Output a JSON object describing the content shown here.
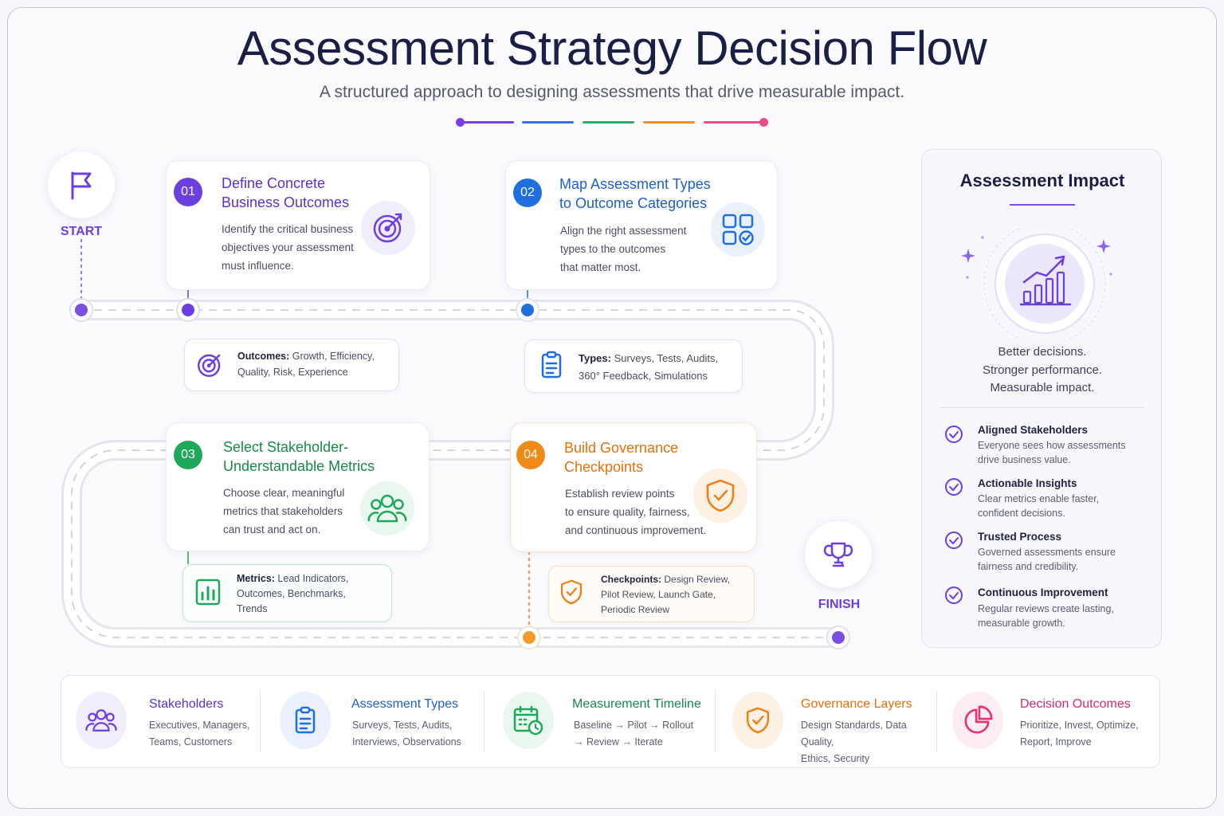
{
  "header": {
    "title": "Assessment Strategy Decision Flow",
    "subtitle": "A structured approach to designing assessments that drive measurable impact."
  },
  "flow": {
    "start_label": "START",
    "finish_label": "FINISH",
    "steps": [
      {
        "number": "01",
        "title_line1": "Define Concrete",
        "title_line2": "Business Outcomes",
        "desc_lines": [
          "Identify the critical business",
          "objectives your assessment",
          "must influence."
        ],
        "color": "#6b3fe0",
        "icon": "target-icon"
      },
      {
        "number": "02",
        "title_line1": "Map Assessment Types",
        "title_line2": "to Outcome Categories",
        "desc_lines": [
          "Align the right assessment",
          "types to the outcomes",
          "that matter most."
        ],
        "color": "#1f6fe0",
        "icon": "grid-check-icon"
      },
      {
        "number": "03",
        "title_line1": "Select Stakeholder-",
        "title_line2": "Understandable Metrics",
        "desc_lines": [
          "Choose clear, meaningful",
          "metrics that stakeholders",
          "can trust and act on."
        ],
        "color": "#1fa85a",
        "icon": "people-icon"
      },
      {
        "number": "04",
        "title_line1": "Build Governance",
        "title_line2": "Checkpoints",
        "desc_lines": [
          "Establish review points",
          "to ensure quality, fairness,",
          "and continuous improvement."
        ],
        "color": "#f07d12",
        "icon": "shield-check-icon"
      }
    ],
    "details": [
      {
        "label": "Outcomes:",
        "lines": [
          "Growth, Efficiency,",
          "Quality, Risk, Experience"
        ],
        "icon": "target-icon",
        "color": "#6b3fe0"
      },
      {
        "label": "Types:",
        "lines": [
          "Surveys, Tests, Audits,",
          "360° Feedback, Simulations"
        ],
        "icon": "clipboard-icon",
        "color": "#1f6fe0"
      },
      {
        "label": "Metrics:",
        "lines": [
          "Lead Indicators,",
          "Outcomes, Benchmarks,",
          "Trends"
        ],
        "icon": "bar-chart-icon",
        "color": "#1fa85a"
      },
      {
        "label": "Checkpoints:",
        "lines": [
          "Design Review,",
          "Pilot Review, Launch Gate,",
          "Periodic Review"
        ],
        "icon": "shield-check-icon",
        "color": "#f07d12"
      }
    ]
  },
  "impact": {
    "title": "Assessment Impact",
    "tagline": [
      "Better decisions.",
      "Stronger performance.",
      "Measurable impact."
    ],
    "benefits": [
      {
        "title": "Aligned Stakeholders",
        "desc": [
          "Everyone sees how assessments",
          "drive business value."
        ]
      },
      {
        "title": "Actionable Insights",
        "desc": [
          "Clear metrics enable faster,",
          "confident decisions."
        ]
      },
      {
        "title": "Trusted Process",
        "desc": [
          "Governed assessments ensure",
          "fairness and credibility."
        ]
      },
      {
        "title": "Continuous Improvement",
        "desc": [
          "Regular reviews create lasting,",
          "measurable growth."
        ]
      }
    ]
  },
  "legend": [
    {
      "title": "Stakeholders",
      "desc": [
        "Executives, Managers,",
        "Teams, Customers"
      ],
      "color": "#6b3fe0",
      "icon": "people-icon"
    },
    {
      "title": "Assessment Types",
      "desc": [
        "Surveys, Tests, Audits,",
        "Interviews, Observations"
      ],
      "color": "#1f6fe0",
      "icon": "clipboard-icon"
    },
    {
      "title": "Measurement Timeline",
      "desc": [
        "Baseline  → Pilot → Rollout",
        "→ Review  → Iterate"
      ],
      "color": "#1fa85a",
      "icon": "calendar-clock-icon"
    },
    {
      "title": "Governance Layers",
      "desc": [
        "Design Standards, Data Quality,",
        "Ethics, Security"
      ],
      "color": "#f07d12",
      "icon": "shield-check-icon"
    },
    {
      "title": "Decision Outcomes",
      "desc": [
        "Prioritize, Invest, Optimize,",
        "Report, Improve"
      ],
      "color": "#e0357a",
      "icon": "pie-chart-icon"
    }
  ]
}
